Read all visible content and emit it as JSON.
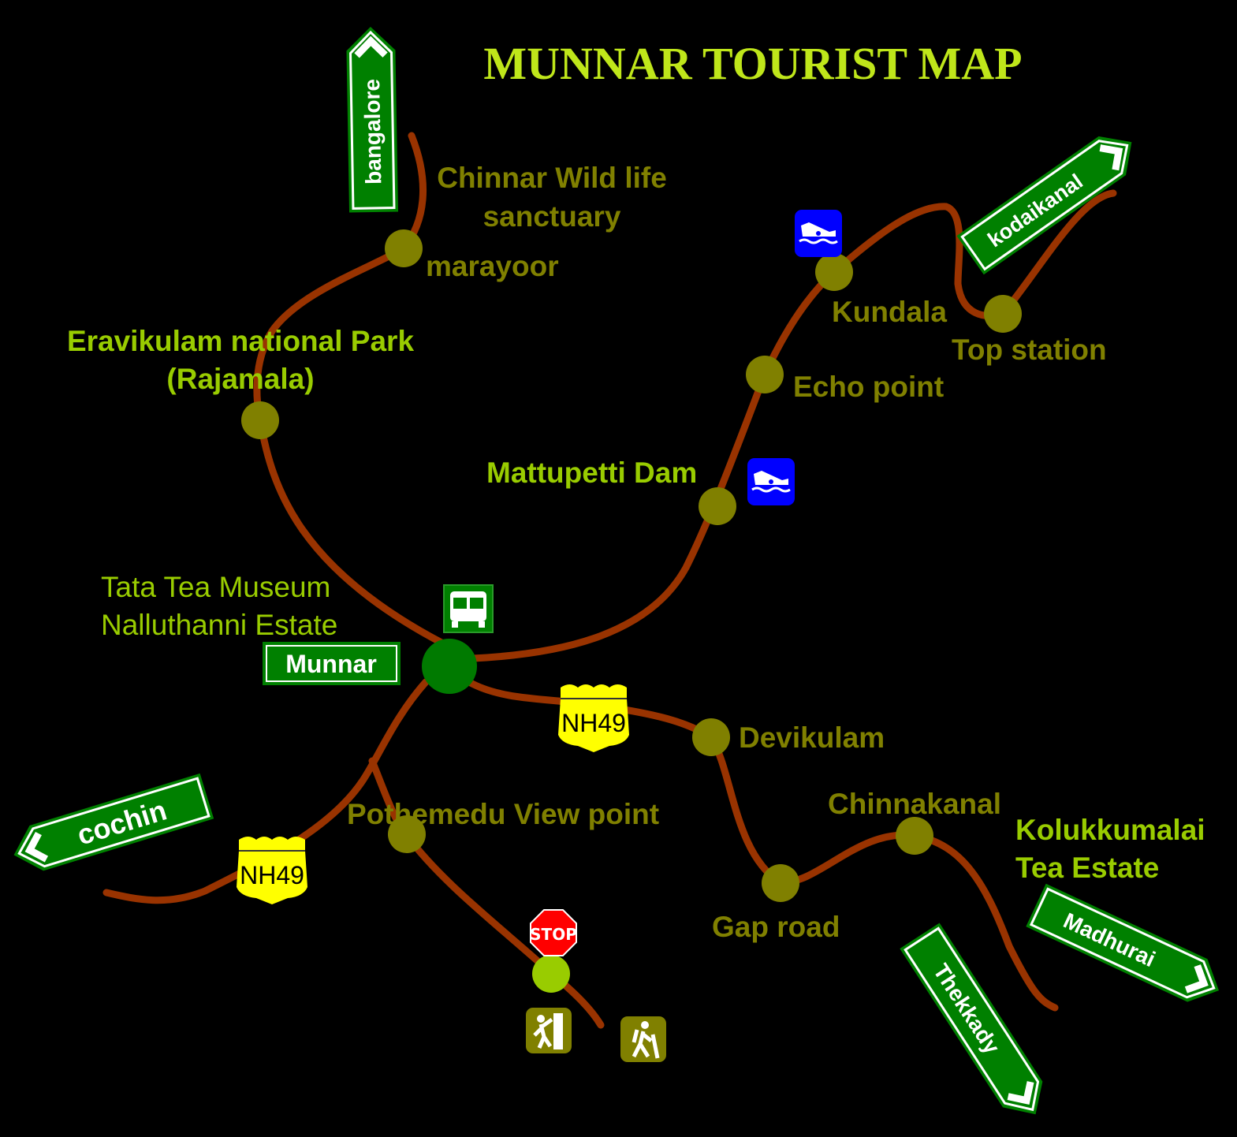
{
  "title": "MUNNAR TOURIST MAP",
  "colors": {
    "background": "#000000",
    "road": "#993300",
    "node": "#808000",
    "hub": "#007a00",
    "sign": "#008000",
    "shield": "#ffff00",
    "label_olive": "#808000",
    "label_lime": "#99cc00"
  },
  "direction_signs": {
    "bangalore": "bangalore",
    "kodaikanal": "kodaikanal",
    "cochin": "cochin",
    "madhurai": "Madhurai",
    "thekkady": "Thekkady"
  },
  "town_sign": "Munnar",
  "highway_shields": [
    "NH49",
    "NH49"
  ],
  "places": {
    "chinnar_1": "Chinnar Wild life",
    "chinnar_2": "sanctuary",
    "marayoor": "marayoor",
    "eravikulam_1": "Eravikulam national Park",
    "eravikulam_2": "(Rajamala)",
    "tata_1": "Tata Tea Museum",
    "tata_2": "Nalluthanni Estate",
    "mattupetti": "Mattupetti Dam",
    "kundala": "Kundala",
    "top_station": "Top station",
    "echo_point": "Echo point",
    "devikulam": "Devikulam",
    "chinnakanal": "Chinnakanal",
    "kolukkumalai_1": "Kolukkumalai",
    "kolukkumalai_2": "Tea Estate",
    "gap_road": "Gap road",
    "pothemedu": "Pothemedu View point"
  },
  "stop_sign": "STOP",
  "icons": [
    "boat-icon",
    "boat-icon",
    "bus-icon",
    "stop-sign-icon",
    "rock-climbing-icon",
    "hiking-icon"
  ]
}
